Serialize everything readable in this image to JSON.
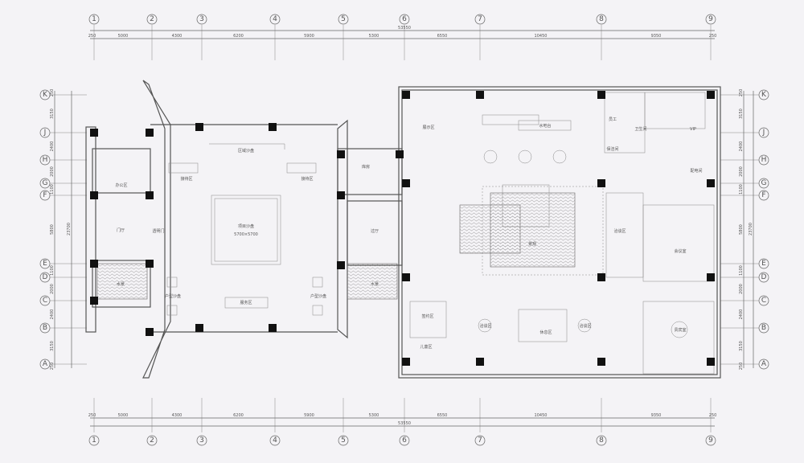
{
  "plan": {
    "columns": [
      "1",
      "2",
      "3",
      "4",
      "5",
      "6",
      "7",
      "8",
      "9"
    ],
    "rows": [
      "K",
      "J",
      "H",
      "G",
      "F",
      "E",
      "D",
      "C",
      "B",
      "A"
    ],
    "horizontal_dims": [
      "250",
      "5000",
      "4300",
      "6200",
      "5900",
      "5300",
      "6550",
      "10450",
      "9350",
      "250"
    ],
    "horizontal_total": "53550",
    "vertical_dims": [
      "250",
      "3150",
      "2400",
      "2000",
      "1100",
      "5800",
      "1100",
      "2000",
      "2400",
      "3150",
      "250"
    ],
    "vertical_total": "23700",
    "rooms": {
      "office": "办公区",
      "entrance_hall": "门厅",
      "glass_door": "透明门",
      "water_left": "水景",
      "region_model": "区域沙盘",
      "reception_left": "接待区",
      "reception_right": "接待区",
      "project_model": "项目沙盘",
      "project_model_size": "5700×5700",
      "unit_model_left": "户型沙盘",
      "unit_model_right": "户型沙盘",
      "service": "服务区",
      "passage_hall": "过厅",
      "water_right": "水景",
      "storage": "库房",
      "display": "展示区",
      "bar": "水吧台",
      "restroom": "卫生间",
      "vip": "贵宾室",
      "negotiation": "洽谈区",
      "landscape": "景观",
      "signing": "签约区",
      "meeting": "会议室",
      "rest_left": "洽谈区",
      "rest_center": "休息区",
      "rest_right": "洽谈区",
      "kids": "儿童区",
      "lounge": "VIP",
      "staff": "员工",
      "cleaning": "保洁间",
      "distribution": "配电间"
    }
  }
}
